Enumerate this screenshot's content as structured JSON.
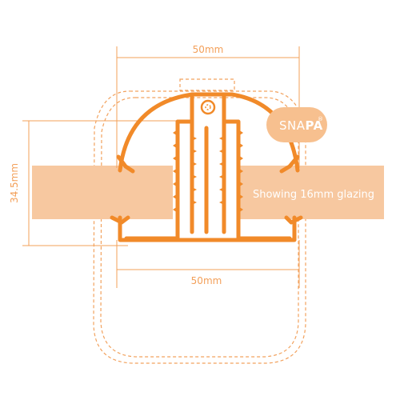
{
  "colors": {
    "profile": "#f18a29",
    "glazing_fill": "#f7c8a0",
    "dimension": "#f3a05a",
    "dashed": "#f2a25e",
    "badge_bg": "#f7c08f",
    "badge_text": "#ffffff",
    "accent": "#e8731c"
  },
  "dimensions": {
    "top_width": "50mm",
    "bottom_width": "50mm",
    "height": "34.5mm"
  },
  "glazing": {
    "note": "Showing 16mm glazing"
  },
  "badge": {
    "text_light": "SNA",
    "text_bold": "PA",
    "mark": "®"
  }
}
